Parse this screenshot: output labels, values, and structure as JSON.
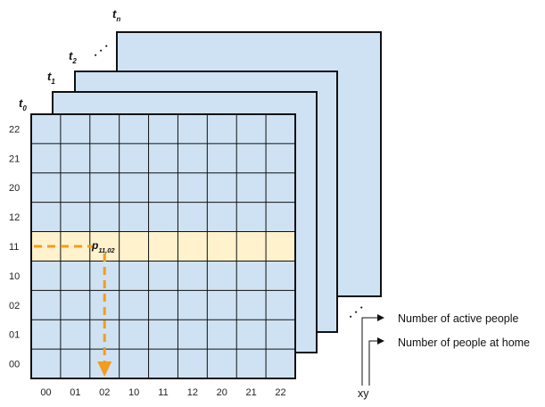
{
  "colors": {
    "frame_fill": "#cfe2f3",
    "frame_stroke": "#111111",
    "highlight_fill": "#fff2cc",
    "arrow": "#f39c1f",
    "text": "#111111"
  },
  "time_labels": [
    {
      "base": "t",
      "sub": "0"
    },
    {
      "base": "t",
      "sub": "1"
    },
    {
      "base": "t",
      "sub": "2"
    },
    {
      "base": "t",
      "sub": "n"
    }
  ],
  "ellipsis_top": "· · ·",
  "ellipsis_bottom": "· · ·",
  "grid": {
    "rows_top_to_bottom": [
      "22",
      "21",
      "20",
      "12",
      "11",
      "10",
      "02",
      "01",
      "00"
    ],
    "cols_left_to_right": [
      "00",
      "01",
      "02",
      "10",
      "11",
      "12",
      "20",
      "21",
      "22"
    ],
    "highlight_row": "11",
    "highlight_col": "02"
  },
  "point_label": {
    "base": "p",
    "sub": "11,02"
  },
  "legend": {
    "items": [
      "Number of active people",
      "Number of people at home"
    ],
    "axis_label": "xy"
  }
}
